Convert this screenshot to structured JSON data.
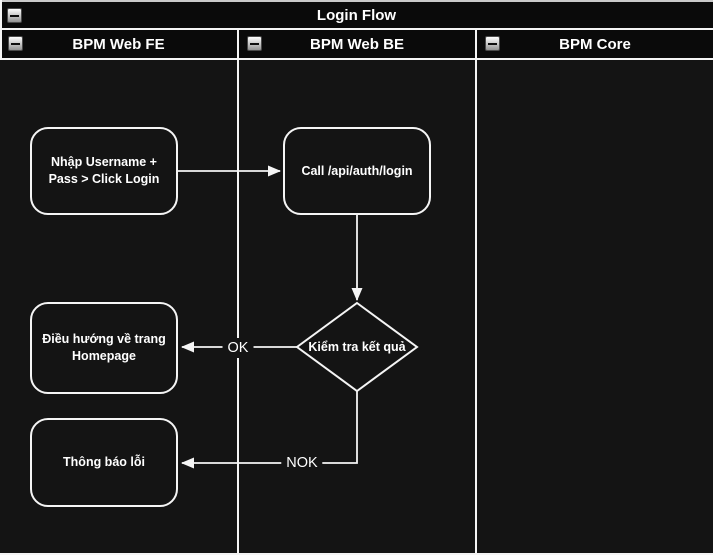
{
  "diagram": {
    "title": "Login Flow",
    "lanes": [
      {
        "label": "BPM Web FE"
      },
      {
        "label": "BPM Web BE"
      },
      {
        "label": "BPM Core"
      }
    ],
    "nodes": {
      "fe_input": {
        "label": "Nhập Username +\nPass > Click Login",
        "shape": "rounded-rect",
        "lane": "BPM Web FE"
      },
      "be_call": {
        "label": "Call /api/auth/login",
        "shape": "rounded-rect",
        "lane": "BPM Web BE"
      },
      "decision": {
        "label": "Kiểm tra kết quả",
        "shape": "diamond",
        "lane": "BPM Web BE"
      },
      "fe_home": {
        "label": "Điều hướng về trang\nHomepage",
        "shape": "rounded-rect",
        "lane": "BPM Web FE"
      },
      "fe_error": {
        "label": "Thông báo lỗi",
        "shape": "rounded-rect",
        "lane": "BPM Web FE"
      }
    },
    "edges": [
      {
        "from": "fe_input",
        "to": "be_call",
        "label": ""
      },
      {
        "from": "be_call",
        "to": "decision",
        "label": ""
      },
      {
        "from": "decision",
        "to": "fe_home",
        "label": "OK"
      },
      {
        "from": "decision",
        "to": "fe_error",
        "label": "NOK"
      }
    ],
    "icons": {
      "collapse": "minus-square"
    },
    "colors": {
      "canvas": "#141414",
      "header_bg": "#0a0a0a",
      "line": "#f5f5f5",
      "text": "#ffffff"
    }
  }
}
